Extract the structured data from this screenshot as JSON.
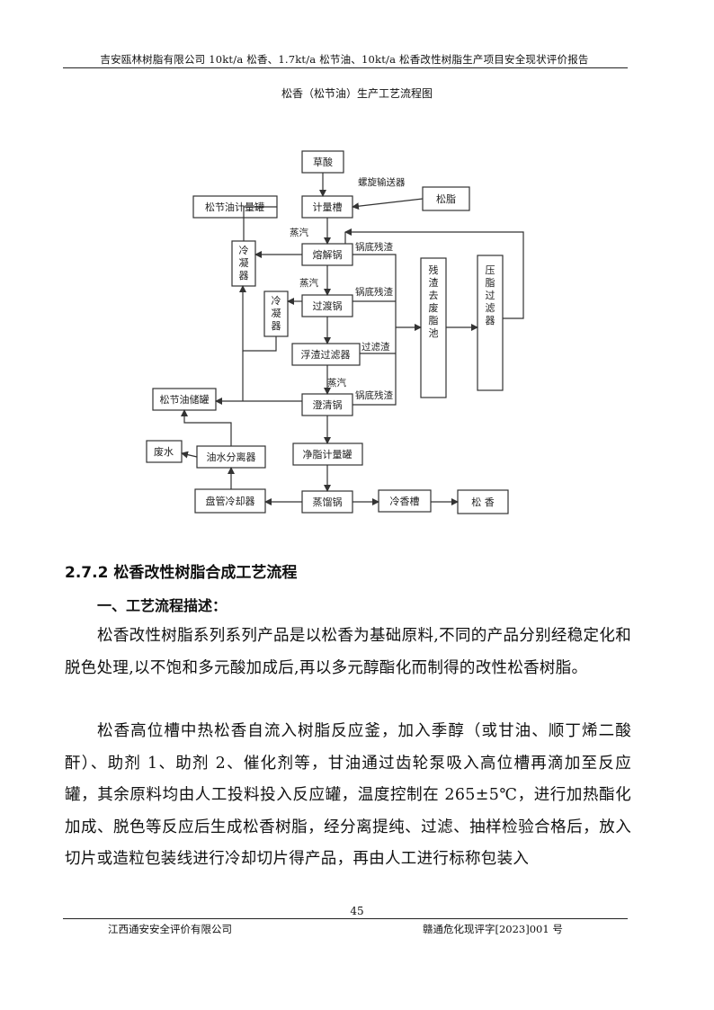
{
  "header": {
    "title": "吉安瓯林树脂有限公司 10kt/a 松香、1.7kt/a 松节油、10kt/a 松香改性树脂生产项目安全现状评价报告"
  },
  "figure": {
    "title": "松香（松节油）生产工艺流程图",
    "nodes": {
      "oxalic": "草酸",
      "screw": "螺旋输送器",
      "rosin_fat": "松脂",
      "turp_meter": "松节油计量罐",
      "meter": "计量槽",
      "cond1": "冷凝器",
      "melt": "熔解锅",
      "cond2": "冷凝器",
      "transfer": "过渡锅",
      "float": "浮渣过滤器",
      "turp_store": "松节油储罐",
      "clarify": "澄清锅",
      "residue_pool": "残渣去废脂池",
      "press": "压脂过滤器",
      "waste_water": "废水",
      "separator": "油水分离器",
      "clean_meter": "净脂计量罐",
      "coil_cooler": "盘管冷却器",
      "distill": "蒸馏锅",
      "cool_tank": "冷香槽",
      "rosin": "松 香"
    },
    "labels": {
      "steam1": "蒸汽",
      "steam2": "蒸汽",
      "steam3": "蒸汽",
      "residue1": "锅底残渣",
      "residue2": "锅底残渣",
      "filter_residue": "过滤渣",
      "residue3": "锅底残渣"
    }
  },
  "section": {
    "heading": "2.7.2 松香改性树脂合成工艺流程",
    "subheading": "一、工艺流程描述：",
    "paragraphs": [
      "松香改性树脂系列系列产品是以松香为基础原料,不同的产品分别经稳定化和脱色处理,以不饱和多元酸加成后,再以多元醇酯化而制得的改性松香树脂。",
      "松香高位槽中热松香自流入树脂反应釜，加入季醇（或甘油、顺丁烯二酸酐）、助剂 1、助剂 2、催化剂等，甘油通过齿轮泵吸入高位槽再滴加至反应罐，其余原料均由人工投料投入反应罐，温度控制在 265±5℃，进行加热酯化加成、脱色等反应后生成松香树脂，经分离提纯、过滤、抽样检验合格后，放入切片或造粒包装线进行冷却切片得产品，再由人工进行标称包装入"
    ]
  },
  "footer": {
    "page_number": "45",
    "company": "江西通安安全评价有限公司",
    "doc_number": "赣通危化现评字[2023]001 号"
  }
}
